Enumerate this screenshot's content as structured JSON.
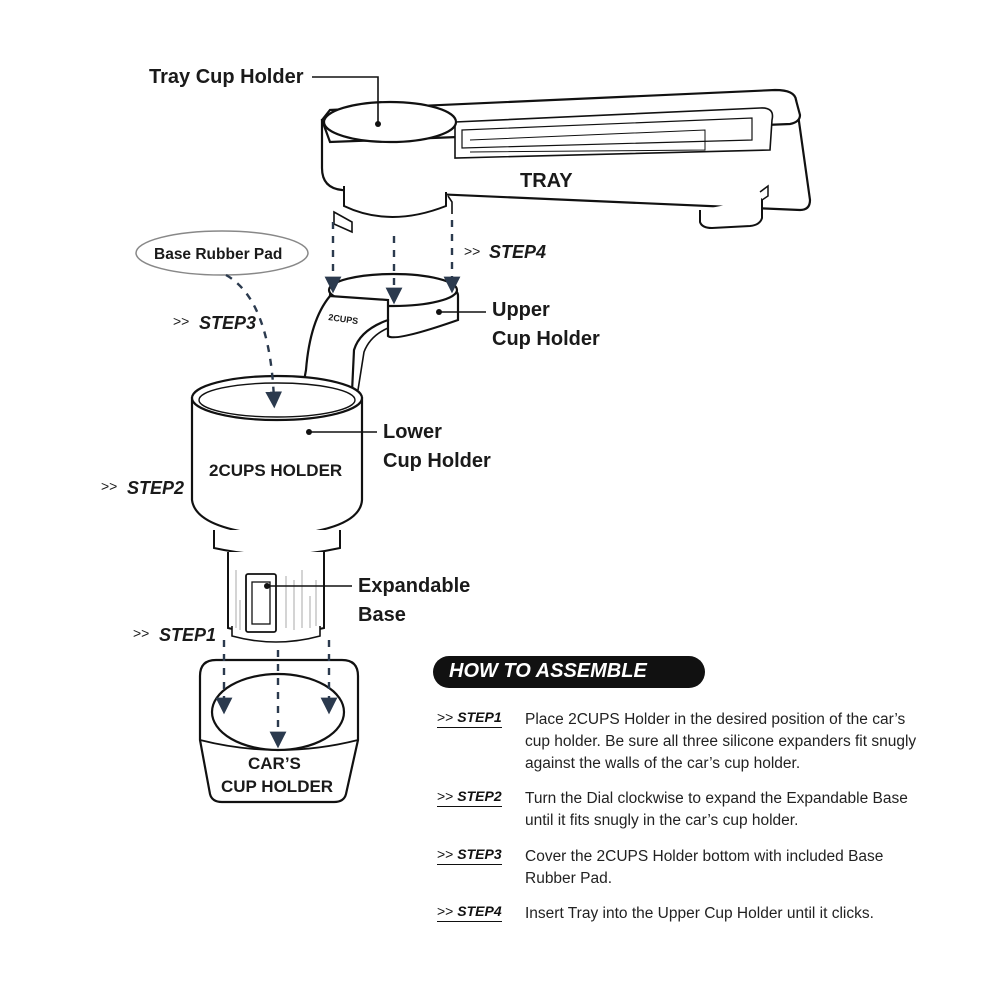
{
  "labels": {
    "tray_cup_holder": "Tray Cup Holder",
    "tray": "TRAY",
    "base_rubber_pad": "Base Rubber Pad",
    "upper_cup_holder_line1": "Upper",
    "upper_cup_holder_line2": "Cup Holder",
    "lower_cup_holder_line1": "Lower",
    "lower_cup_holder_line2": "Cup Holder",
    "holder_brand": "2CUPS",
    "holder_name": "2CUPS HOLDER",
    "expandable_base_line1": "Expandable",
    "expandable_base_line2": "Base",
    "cars_cup_holder_line1": "CAR’S",
    "cars_cup_holder_line2": "CUP HOLDER"
  },
  "step_prefix": ">>",
  "steps": {
    "step1": "STEP1",
    "step2": "STEP2",
    "step3": "STEP3",
    "step4": "STEP4"
  },
  "how_to_assemble": {
    "title": "HOW TO ASSEMBLE",
    "items": [
      {
        "step": "STEP1",
        "text": "Place 2CUPS Holder in the desired position of the car’s cup holder. Be sure all three silicone expanders fit snugly against the walls of the car’s cup holder."
      },
      {
        "step": "STEP2",
        "text": "Turn the Dial clockwise to expand the Expandable Base until it fits snugly in the car’s cup holder."
      },
      {
        "step": "STEP3",
        "text": "Cover the 2CUPS Holder bottom with included Base Rubber Pad."
      },
      {
        "step": "STEP4",
        "text": "Insert Tray into the Upper Cup Holder until it clicks."
      }
    ]
  }
}
